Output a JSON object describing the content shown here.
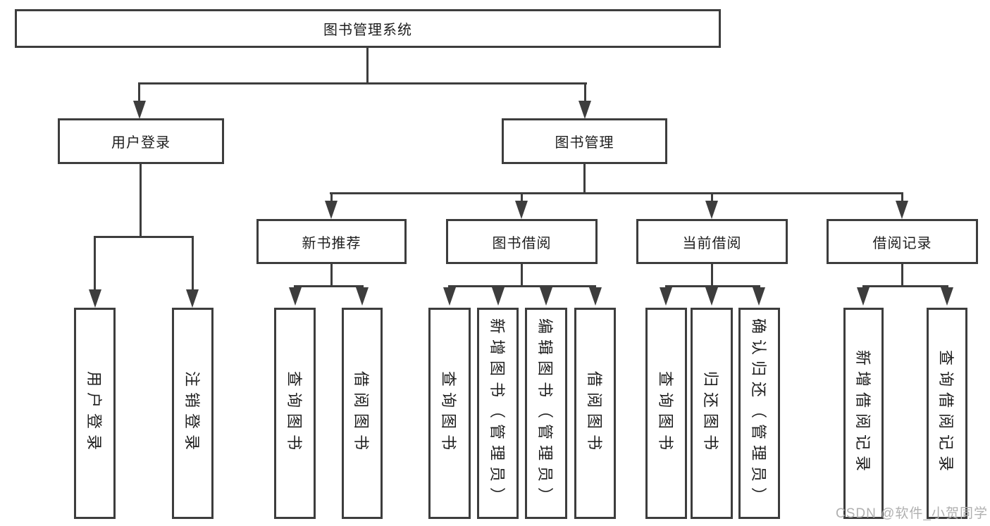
{
  "root": {
    "label": "图书管理系统"
  },
  "branches": [
    {
      "label": "用户登录",
      "children": [
        "用户登录",
        "注销登录"
      ]
    },
    {
      "label": "图书管理",
      "sections": [
        {
          "label": "新书推荐",
          "children": [
            "查询图书",
            "借阅图书"
          ]
        },
        {
          "label": "图书借阅",
          "children": [
            "查询图书",
            "新增图书（管理员）",
            "编辑图书（管理员）",
            "借阅图书"
          ]
        },
        {
          "label": "当前借阅",
          "children": [
            "查询图书",
            "归还图书",
            "确认归还（管理员）"
          ]
        },
        {
          "label": "借阅记录",
          "children": [
            "新增借阅记录",
            "查询借阅记录"
          ]
        }
      ]
    }
  ],
  "watermark": "CSDN @软件_小贺同学",
  "colors": {
    "line": "#3d3d3d",
    "text": "#1e1e1e",
    "background": "#ffffff",
    "watermark": "#b0b0b0"
  }
}
